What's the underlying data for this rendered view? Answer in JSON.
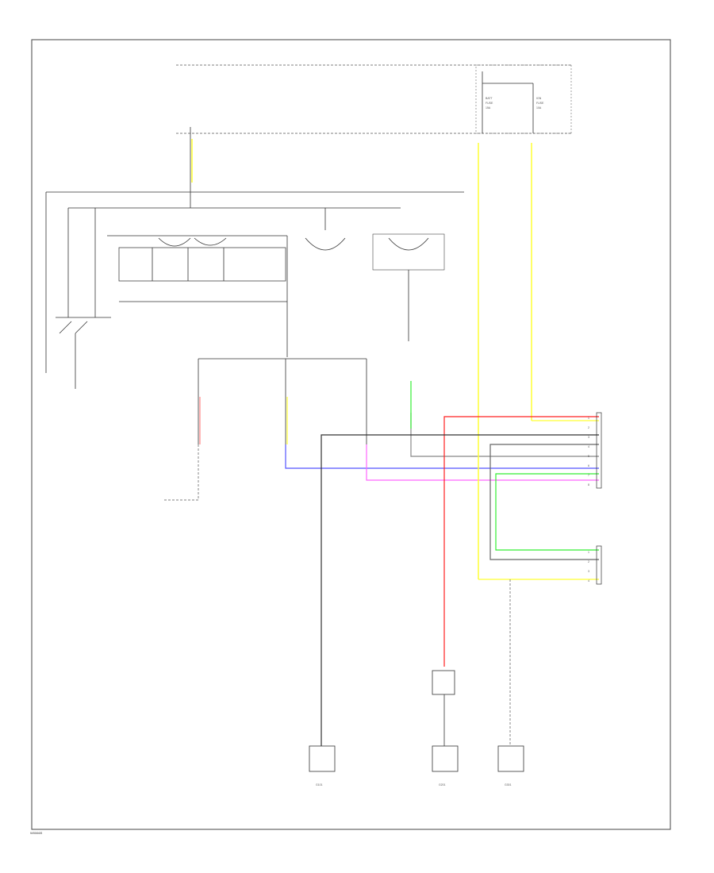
{
  "diagram": {
    "corner_code": "W0066S",
    "fuse_labels": [
      "BATT",
      "FUSE",
      "15A",
      "IGN",
      "FUSE",
      "10A"
    ],
    "wire_colors": {
      "red": "#ff2020",
      "yellow": "#ffff33",
      "blue": "#5555ff",
      "pink": "#ff66ff",
      "green": "#33ee33",
      "black": "#333333",
      "gray": "#888888"
    },
    "connector_pins": [
      "1",
      "2",
      "3",
      "4",
      "5",
      "6",
      "7",
      "8"
    ],
    "lower_connector_pins": [
      "1",
      "2",
      "3",
      "4"
    ],
    "ground_labels": [
      "G101",
      "G201",
      "G301"
    ]
  }
}
